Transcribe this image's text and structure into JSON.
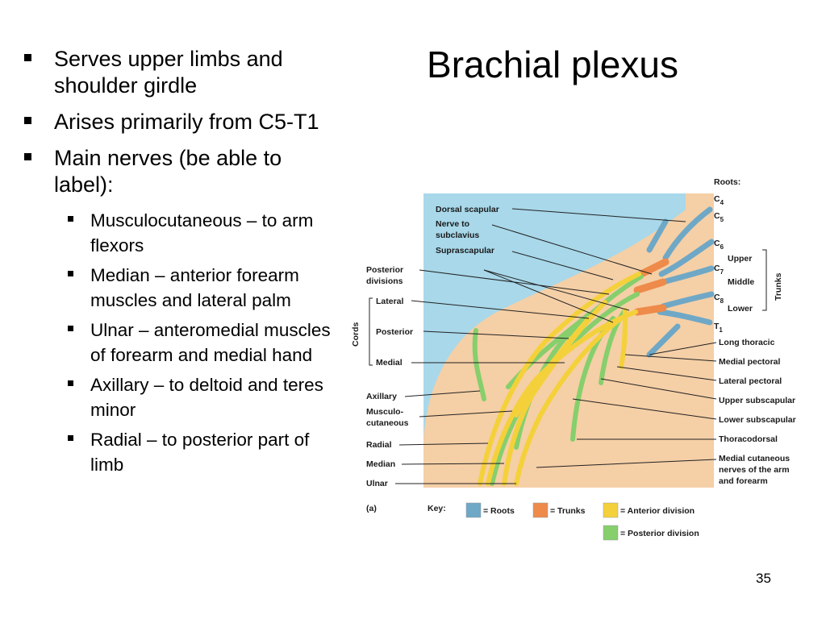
{
  "title": "Brachial plexus",
  "bullets": [
    {
      "text": "Serves upper limbs and shoulder girdle"
    },
    {
      "text": "Arises primarily from C5-T1"
    },
    {
      "text": "Main nerves (be able to label):"
    }
  ],
  "subbullets": [
    {
      "text": "Musculocutaneous  – to arm flexors"
    },
    {
      "text": "Median – anterior forearm muscles and lateral palm"
    },
    {
      "text": "Ulnar – anteromedial muscles of forearm and medial hand"
    },
    {
      "text": "Axillary – to deltoid and teres minor"
    },
    {
      "text": "Radial – to posterior part of limb"
    }
  ],
  "page_number": "35",
  "figure": {
    "panel": "(a)",
    "roots_heading": "Roots:",
    "roots": {
      "c4": "C",
      "c4s": "4",
      "c5": "C",
      "c5s": "5",
      "c6": "C",
      "c6s": "6",
      "c7": "C",
      "c7s": "7",
      "c8": "C",
      "c8s": "8",
      "t1": "T",
      "t1s": "1"
    },
    "trunks_heading": "Trunks",
    "trunks": {
      "upper": "Upper",
      "middle": "Middle",
      "lower": "Lower"
    },
    "cords_heading": "Cords",
    "cords": {
      "lateral": "Lateral",
      "posterior": "Posterior",
      "medial": "Medial"
    },
    "left_labels": {
      "dorsal_scapular": "Dorsal scapular",
      "nerve_to_subclavius_1": "Nerve to",
      "nerve_to_subclavius_2": "subclavius",
      "suprascapular": "Suprascapular",
      "posterior_divisions_1": "Posterior",
      "posterior_divisions_2": "divisions",
      "axillary": "Axillary",
      "musculo_1": "Musculo-",
      "musculo_2": "cutaneous",
      "radial": "Radial",
      "median": "Median",
      "ulnar": "Ulnar"
    },
    "right_labels": {
      "long_thoracic": "Long thoracic",
      "medial_pectoral": "Medial pectoral",
      "lateral_pectoral": "Lateral pectoral",
      "upper_subscapular": "Upper subscapular",
      "lower_subscapular": "Lower subscapular",
      "thoracodorsal": "Thoracodorsal",
      "medial_cutaneous_1": "Medial cutaneous",
      "medial_cutaneous_2": "nerves of the arm",
      "medial_cutaneous_3": "and forearm"
    },
    "key": {
      "heading": "Key:",
      "roots": "= Roots",
      "trunks": "= Trunks",
      "anterior": "= Anterior division",
      "posterior": "= Posterior division"
    },
    "colors": {
      "roots": "#6fa8c6",
      "trunks": "#ee8a4a",
      "anterior": "#f4d13a",
      "posterior": "#86cf6c",
      "background": "#a8d8ea",
      "skin": "#f5cfa6"
    }
  }
}
